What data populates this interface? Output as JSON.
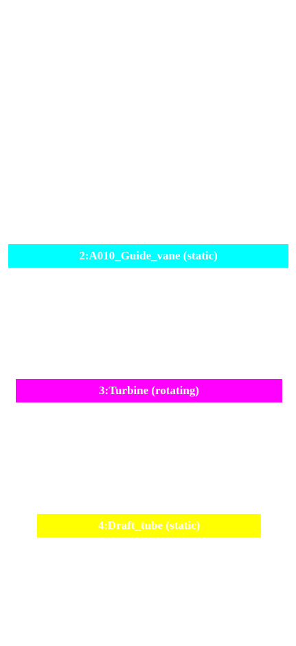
{
  "components": [
    {
      "label": "2:A010_Guide_vane (static)",
      "color": "#00ffff"
    },
    {
      "label": "3:Turbine (rotating)",
      "color": "#ff00ff"
    },
    {
      "label": "4:Draft_tube (static)",
      "color": "#ffff00"
    }
  ]
}
